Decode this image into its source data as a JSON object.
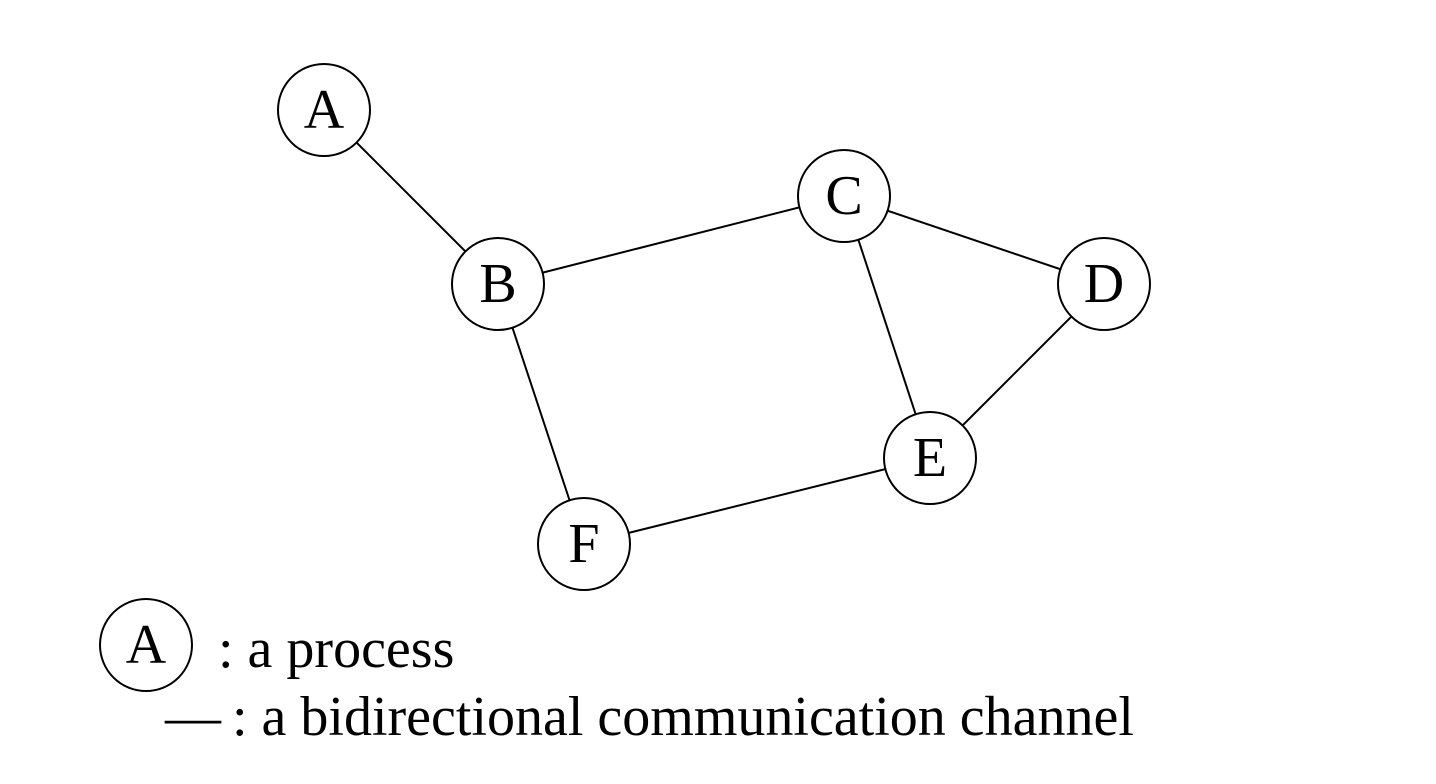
{
  "graph": {
    "nodes": [
      {
        "id": "A",
        "label": "A"
      },
      {
        "id": "B",
        "label": "B"
      },
      {
        "id": "C",
        "label": "C"
      },
      {
        "id": "D",
        "label": "D"
      },
      {
        "id": "E",
        "label": "E"
      },
      {
        "id": "F",
        "label": "F"
      }
    ],
    "edges": [
      {
        "from": "A",
        "to": "B"
      },
      {
        "from": "B",
        "to": "C"
      },
      {
        "from": "C",
        "to": "D"
      },
      {
        "from": "C",
        "to": "E"
      },
      {
        "from": "D",
        "to": "E"
      },
      {
        "from": "B",
        "to": "F"
      },
      {
        "from": "F",
        "to": "E"
      }
    ]
  },
  "legend": {
    "process_symbol_label": "A",
    "process_text": ": a process",
    "channel_symbol": "—",
    "channel_text": ": a bidirectional communication channel"
  }
}
